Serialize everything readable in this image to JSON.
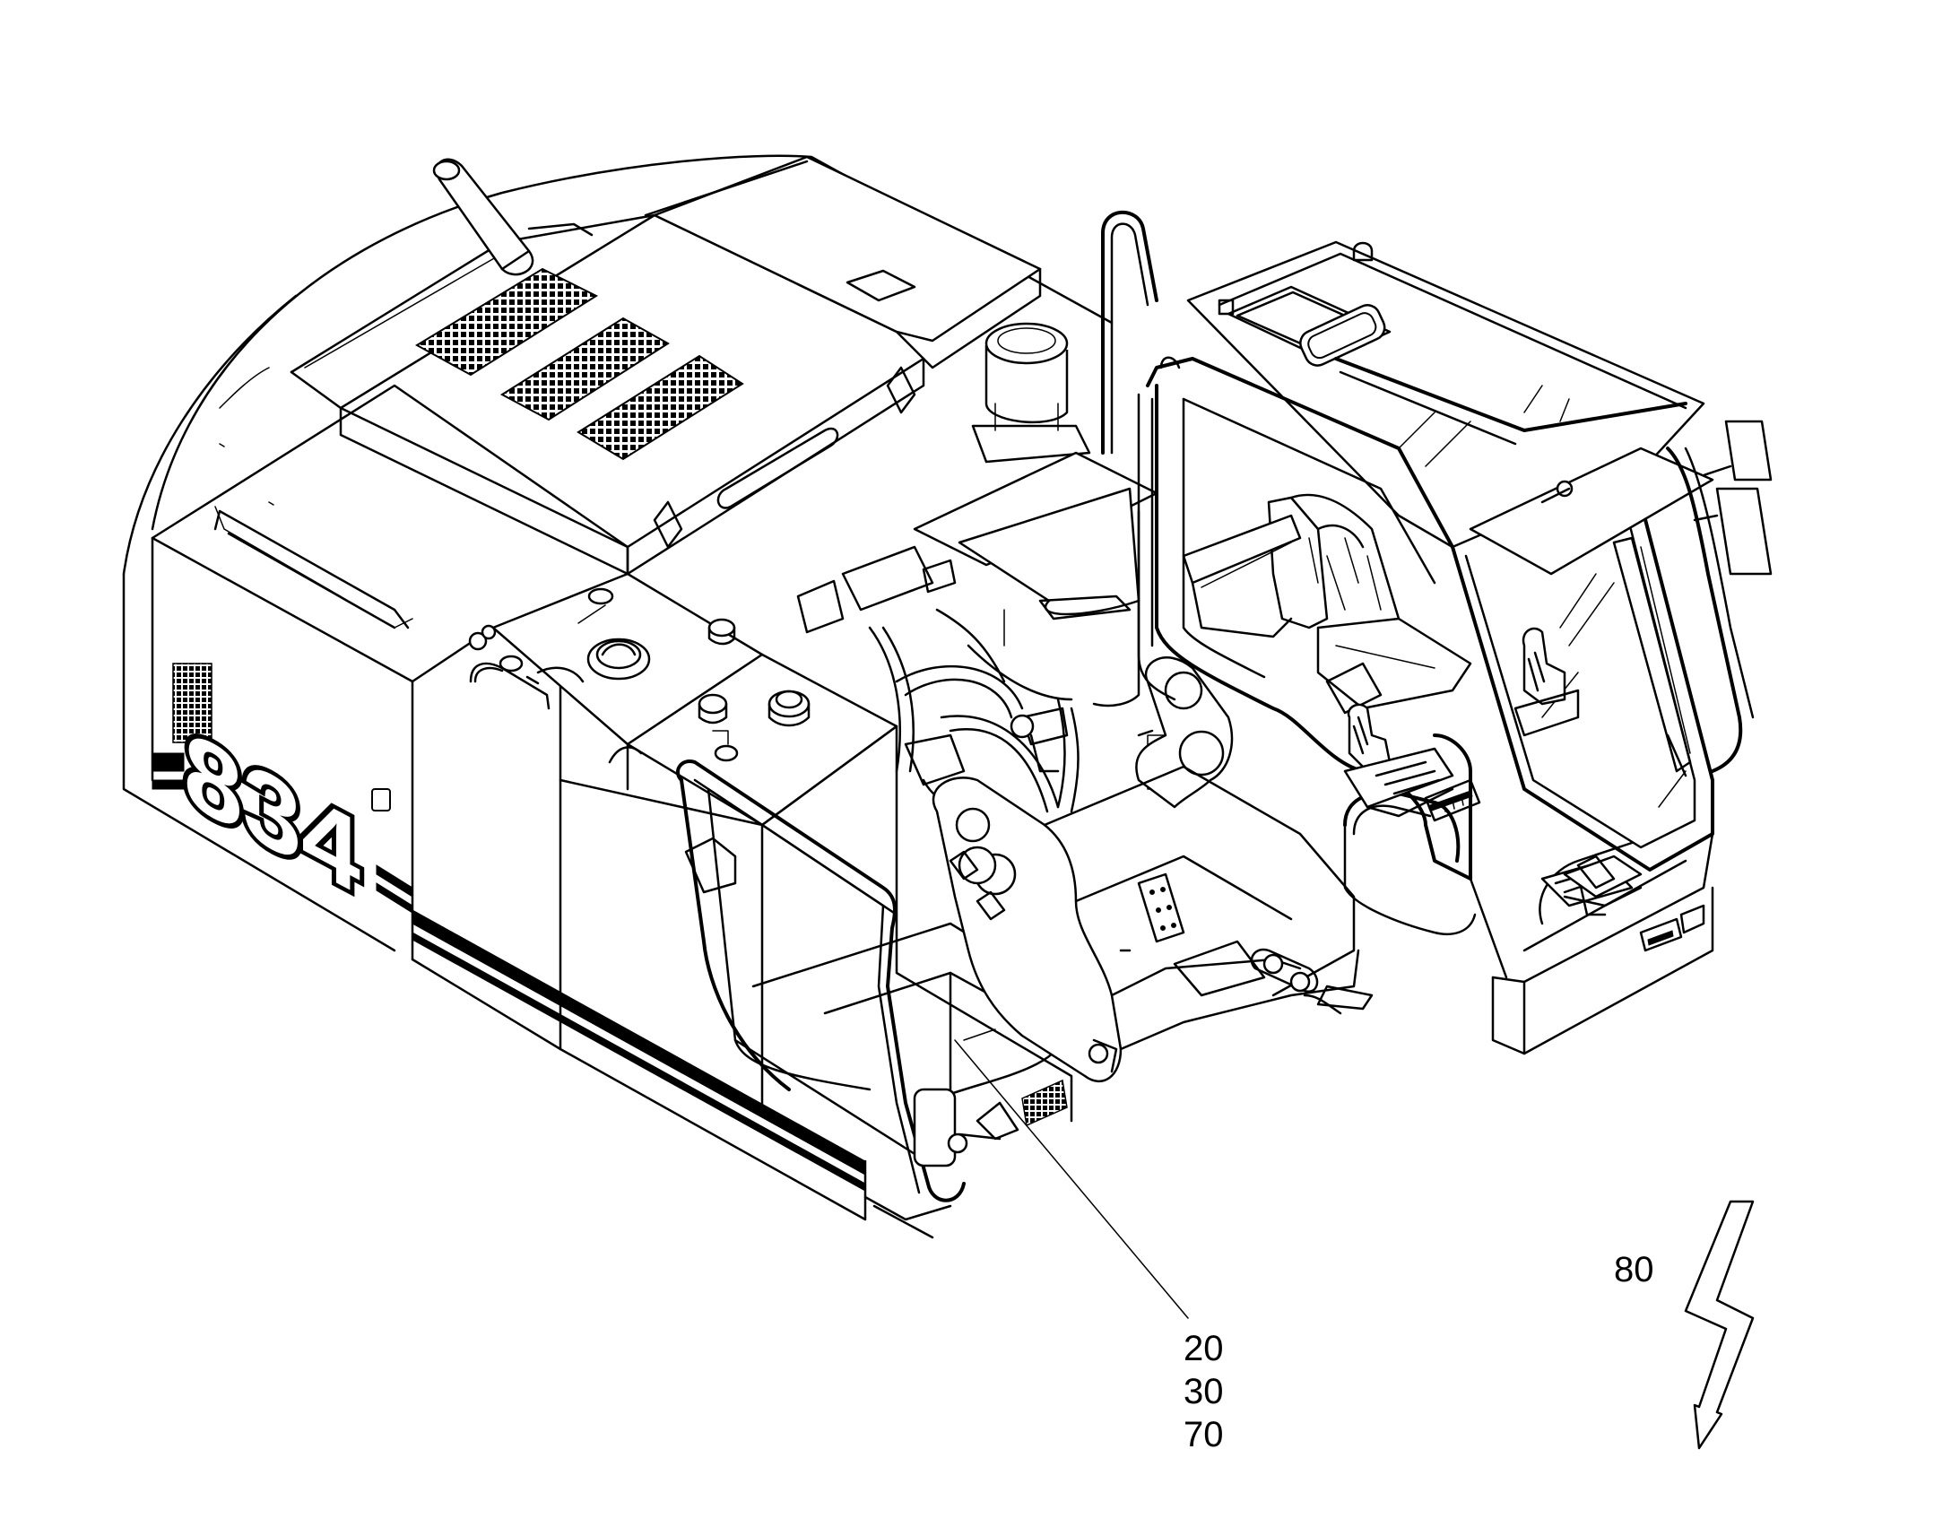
{
  "diagram": {
    "machine_model_marking": "834",
    "reference_numerals": {
      "ref_20": "20",
      "ref_30": "30",
      "ref_70": "70",
      "ref_80": "80"
    }
  }
}
